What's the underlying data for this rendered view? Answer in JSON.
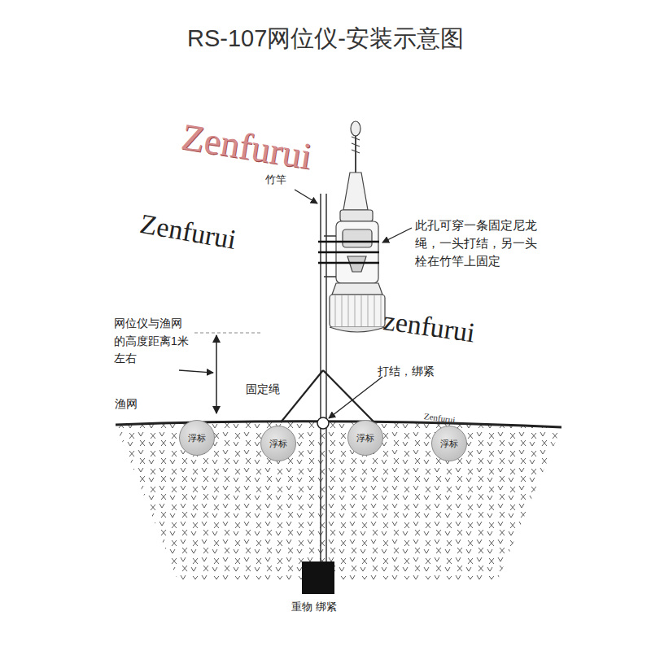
{
  "diagram": {
    "title": "RS-107网位仪-安装示意图",
    "nodes": [
      {
        "text": [
          "浮标"
        ]
      },
      {
        "text": [
          "浮标"
        ]
      },
      {
        "text": [
          "浮标"
        ]
      },
      {
        "text": [
          "浮标"
        ]
      }
    ],
    "labels": [
      "竹竿",
      "此孔可穿一条固定尼龙绳，一头打结，另一头栓在竹竿上固定",
      "网位仪与渔网的高度距离1米左右",
      "打结，绑紧",
      "固定绳",
      "渔网",
      "重物 绑紧",
      "Zenfurui",
      "Zenfurui",
      "zenfurui",
      "Zenfurui"
    ]
  }
}
